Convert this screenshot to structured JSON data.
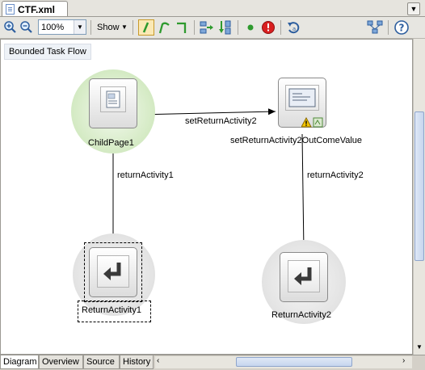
{
  "editor_tab": {
    "title": "CTF.xml",
    "icon": "xml-file-icon"
  },
  "toolbar": {
    "zoom_value": "100%",
    "show_label": "Show",
    "icons": [
      "zoom-in-icon",
      "zoom-out-icon",
      "control-flow-icon",
      "conditional-flow-icon",
      "wildcard-flow-icon",
      "layout-horizontal-icon",
      "layout-vertical-icon",
      "default-activity-icon",
      "error-icon",
      "refresh-icon",
      "layout-icon",
      "help-icon"
    ]
  },
  "canvas": {
    "label": "Bounded Task Flow",
    "nodes": [
      {
        "name": "ChildPage1",
        "type": "view"
      },
      {
        "name": "setReturnActivity2OutComeValue",
        "type": "method-call",
        "warning": true
      },
      {
        "name": "ReturnActivity1",
        "type": "task-flow-return",
        "selected": true
      },
      {
        "name": "ReturnActivity2",
        "type": "task-flow-return"
      }
    ],
    "edges": [
      {
        "label": "setReturnActivity2",
        "from": "ChildPage1",
        "to": "setReturnActivity2OutComeValue"
      },
      {
        "label": "returnActivity1",
        "from": "ChildPage1",
        "to": "ReturnActivity1"
      },
      {
        "label": "returnActivity2",
        "from": "setReturnActivity2OutComeValue",
        "to": "ReturnActivity2"
      }
    ]
  },
  "bottom_tabs": [
    "Diagram",
    "Overview",
    "Source",
    "History"
  ],
  "active_tab": "Diagram",
  "colors": {
    "accent": "#3c6fb0",
    "error": "#d92020",
    "flow_green": "#2e9a2e"
  }
}
